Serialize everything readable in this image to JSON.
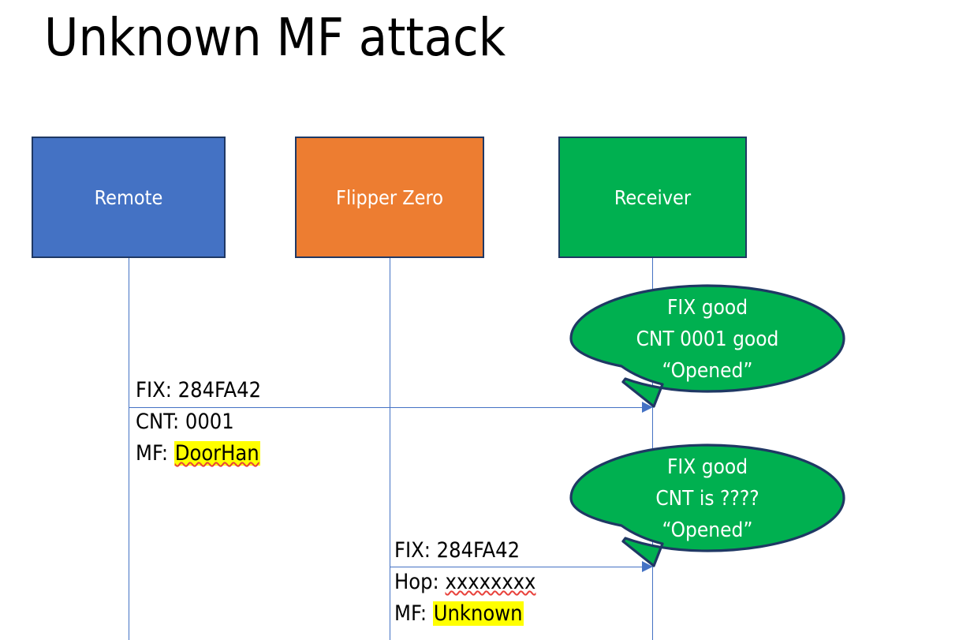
{
  "slide": {
    "title": "Unknown MF attack",
    "background": "#FFFFFF"
  },
  "colors": {
    "remote_fill": "#4472C4",
    "flipper_fill": "#ED7D31",
    "receiver_fill": "#00B050",
    "box_border": "#1F3864",
    "lifeline": "#4472C4",
    "arrow": "#4472C4",
    "callout_fill": "#00B050",
    "callout_border": "#1F3864",
    "highlight": "#FFFF00",
    "spellcheck_underline": "#E8413B",
    "text_dark": "#000000",
    "text_light": "#FFFFFF"
  },
  "actors": [
    {
      "id": "remote",
      "label": "Remote"
    },
    {
      "id": "flipper",
      "label": "Flipper Zero"
    },
    {
      "id": "receiver",
      "label": "Receiver"
    }
  ],
  "messages": [
    {
      "id": "msg-1",
      "from": "remote",
      "to": "receiver",
      "line1": "FIX: 284FA42",
      "line2": "CNT: 0001",
      "line3_prefix": "MF: ",
      "line3_value": "DoorHan"
    },
    {
      "id": "msg-2",
      "from": "flipper",
      "to": "receiver",
      "line1": "FIX: 284FA42",
      "line2_prefix": "Hop: ",
      "line2_value": "xxxxxxxx",
      "line3_prefix": "MF: ",
      "line3_value": "Unknown"
    }
  ],
  "callouts": [
    {
      "id": "callout-1",
      "line1": "FIX good",
      "line2": "CNT 0001 good",
      "line3": "“Opened”"
    },
    {
      "id": "callout-2",
      "line1": "FIX good",
      "line2": "CNT is ????",
      "line3": "“Opened”"
    }
  ]
}
